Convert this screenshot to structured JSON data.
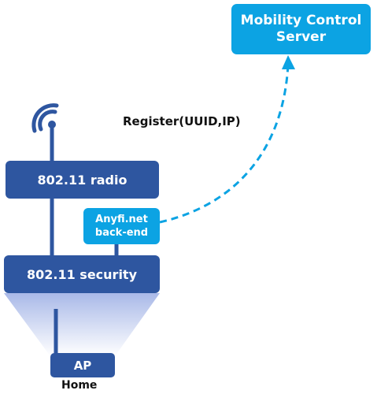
{
  "server": {
    "line1": "Mobility Control",
    "line2": "Server"
  },
  "register_label": "Register(UUID,IP)",
  "radio_label": "802.11 radio",
  "backend": {
    "line1": "Anyfi.net",
    "line2": "back-end"
  },
  "security_label": "802.11 security",
  "ap_label": "AP",
  "home_label": "Home",
  "colors": {
    "dark_blue": "#2e56a0",
    "light_blue": "#0ca3e3",
    "text": "#111111",
    "fade_top": "#a9b9e8"
  }
}
